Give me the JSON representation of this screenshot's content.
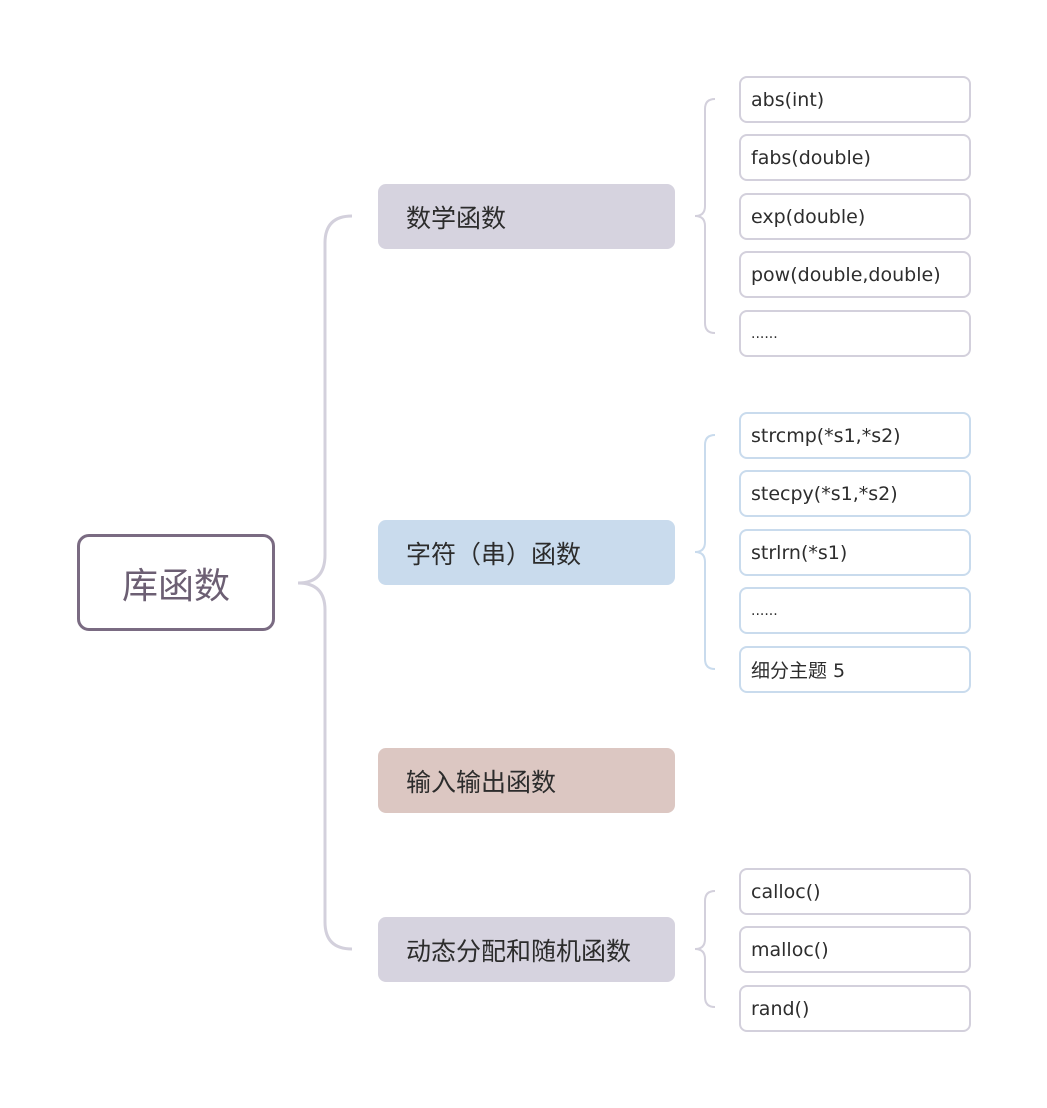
{
  "root": {
    "label": "库函数"
  },
  "topics": [
    {
      "label": "数学函数",
      "children": [
        "abs(int)",
        "fabs(double)",
        "exp(double)",
        "pow(double,double)",
        "......"
      ]
    },
    {
      "label": "字符（串）函数",
      "children": [
        "strcmp(*s1,*s2)",
        "stecpy(*s1,*s2)",
        "strlrn(*s1)",
        "......",
        "细分主题 5"
      ]
    },
    {
      "label": "输入输出函数",
      "children": []
    },
    {
      "label": "动态分配和随机函数",
      "children": [
        "calloc()",
        "malloc()",
        "rand()"
      ]
    }
  ],
  "colors": {
    "root_border": "#7a6b82",
    "purple_topic": "#d6d3df",
    "blue_topic": "#c9dbed",
    "red_topic": "#dcc7c2"
  }
}
